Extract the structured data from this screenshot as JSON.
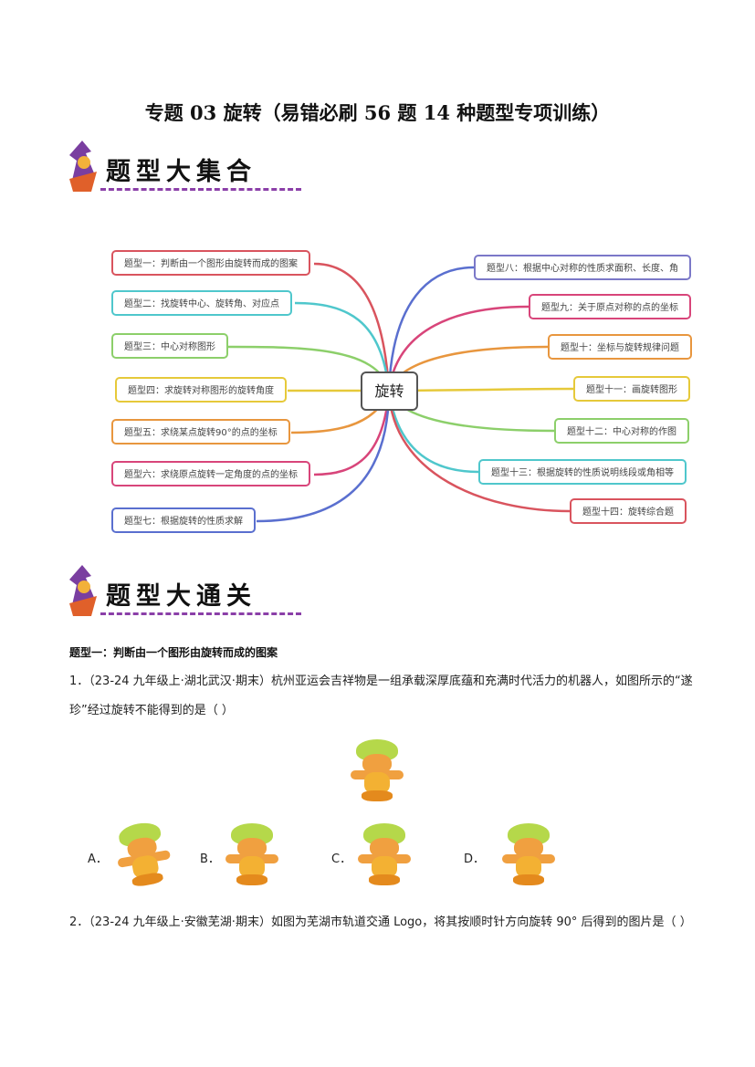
{
  "title": "专题 03  旋转（易错必刷 56 题 14 种题型专项训练）",
  "banner1": "题型大集合",
  "banner2": "题型大通关",
  "mindmap": {
    "center": "旋转",
    "left": [
      {
        "label": "题型一：判断由一个图形由旋转而成的图案",
        "color": "#d9545e"
      },
      {
        "label": "题型二：找旋转中心、旋转角、对应点",
        "color": "#4fc7cc"
      },
      {
        "label": "题型三：中心对称图形",
        "color": "#8ccf6a"
      },
      {
        "label": "题型四：求旋转对称图形的旋转角度",
        "color": "#e6c93a"
      },
      {
        "label": "题型五：求绕某点旋转90°的点的坐标",
        "color": "#e8963e"
      },
      {
        "label": "题型六：求绕原点旋转一定角度的点的坐标",
        "color": "#d8457a"
      },
      {
        "label": "题型七：根据旋转的性质求解",
        "color": "#5a6fcf"
      }
    ],
    "right": [
      {
        "label": "题型八：根据中心对称的性质求面积、长度、角",
        "color": "#7b78c8"
      },
      {
        "label": "题型九：关于原点对称的点的坐标",
        "color": "#d8457a"
      },
      {
        "label": "题型十：坐标与旋转规律问题",
        "color": "#e8963e"
      },
      {
        "label": "题型十一：画旋转图形",
        "color": "#e6c93a"
      },
      {
        "label": "题型十二：中心对称的作图",
        "color": "#8ccf6a"
      },
      {
        "label": "题型十三：根据旋转的性质说明线段或角相等",
        "color": "#4fc7cc"
      },
      {
        "label": "题型十四：旋转综合题",
        "color": "#d9545e"
      }
    ]
  },
  "section1": "题型一：判断由一个图形由旋转而成的图案",
  "q1": "1．（23-24 九年级上·湖北武汉·期末）杭州亚运会吉祥物是一组承载深厚底蕴和充满时代活力的机器人，如图所示的“遂珍”经过旋转不能得到的是（      ）",
  "options": [
    "A．",
    "B．",
    "C．",
    "D．"
  ],
  "q2": "2．（23-24 九年级上·安徽芜湖·期末）如图为芜湖市轨道交通 Logo，将其按顺时针方向旋转 90° 后得到的图片是（    ）"
}
